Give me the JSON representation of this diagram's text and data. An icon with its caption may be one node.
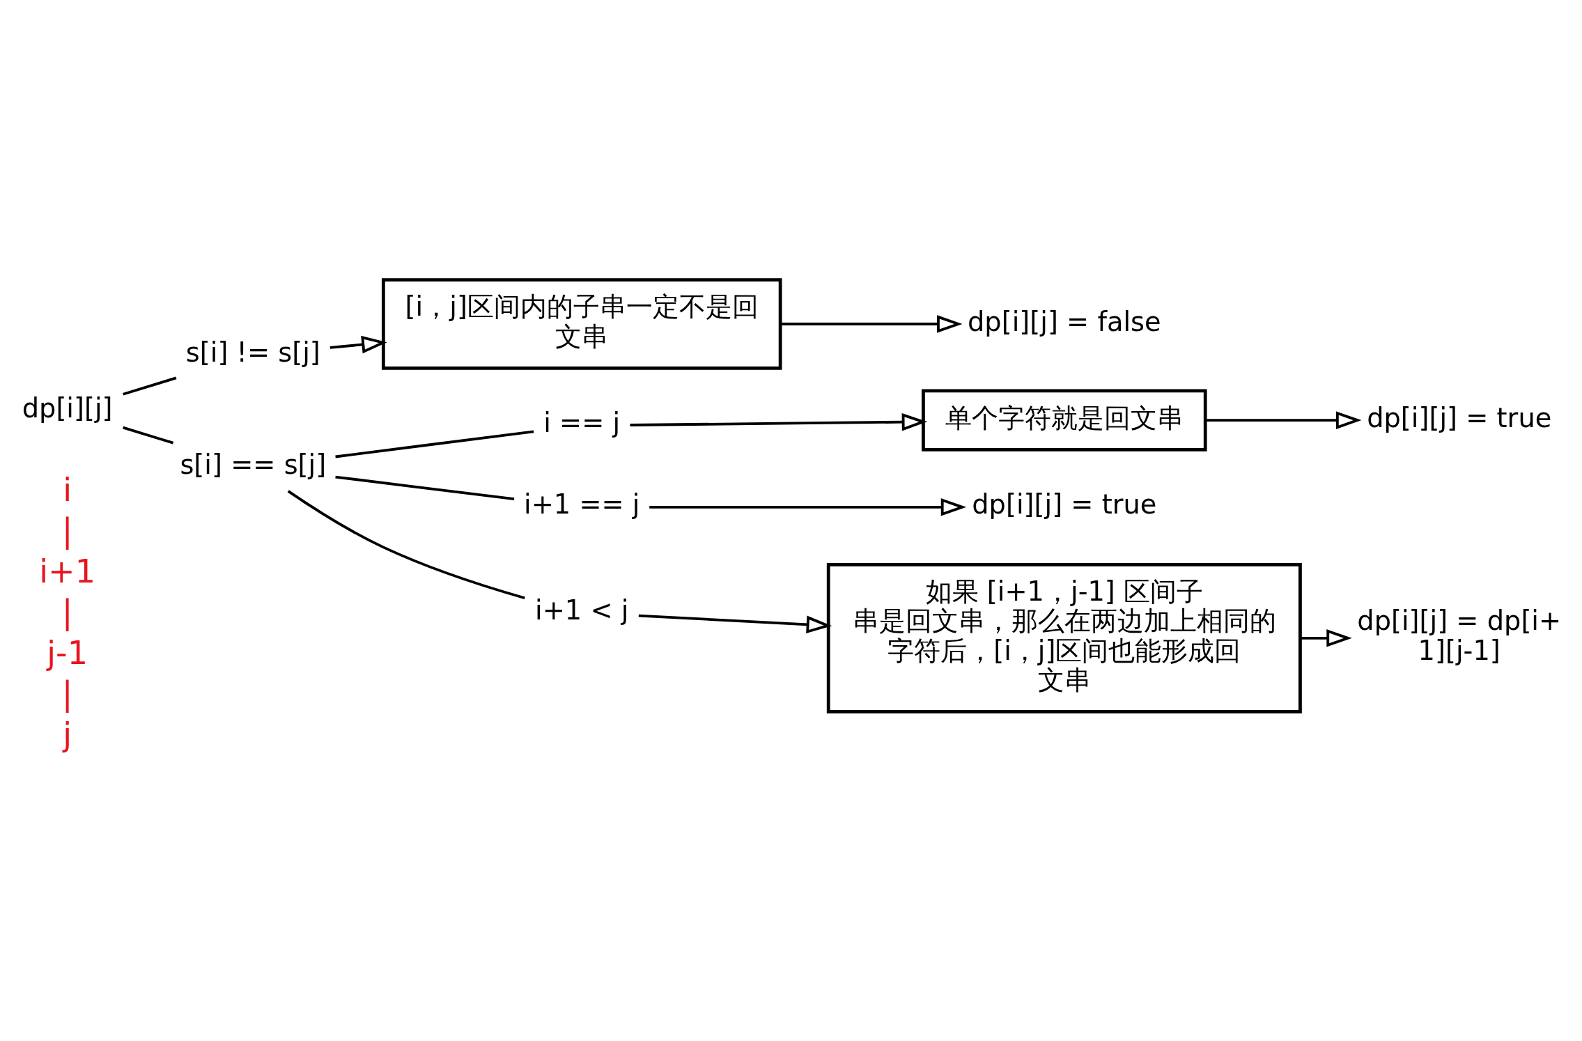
{
  "diagram": {
    "nodes": [
      {
        "text": [
          "dp[i][j]"
        ]
      },
      {
        "text": [
          "s[i] != s[j]"
        ]
      },
      {
        "text": [
          "[i，j]区间内的子串一定不是回文串"
        ]
      },
      {
        "text": [
          "dp[i][j] = false"
        ]
      },
      {
        "text": [
          "s[i] == s[j]"
        ]
      },
      {
        "text": [
          "i == j"
        ]
      },
      {
        "text": [
          "单个字符就是回文串"
        ]
      },
      {
        "text": [
          "dp[i][j] = true"
        ]
      },
      {
        "text": [
          "i+1 == j"
        ]
      },
      {
        "text": [
          "dp[i][j] = true"
        ]
      },
      {
        "text": [
          "i+1 < j"
        ]
      },
      {
        "text": [
          "如果 [i+1，j-1] 区间子串是回文串，那么在两边加上相同的字符后，[i，j]区间也能形成回文串"
        ]
      },
      {
        "text": [
          "dp[i][j] = dp[i+1][j-1]"
        ]
      }
    ],
    "edges": [
      {
        "from": 0,
        "to": 1,
        "arrow": "none"
      },
      {
        "from": 0,
        "to": 4,
        "arrow": "none"
      },
      {
        "from": 1,
        "to": 2,
        "arrow": "to"
      },
      {
        "from": 2,
        "to": 3,
        "arrow": "to"
      },
      {
        "from": 4,
        "to": 5,
        "arrow": "none"
      },
      {
        "from": 4,
        "to": 8,
        "arrow": "none"
      },
      {
        "from": 4,
        "to": 10,
        "arrow": "none"
      },
      {
        "from": 5,
        "to": 6,
        "arrow": "to"
      },
      {
        "from": 6,
        "to": 7,
        "arrow": "to"
      },
      {
        "from": 8,
        "to": 9,
        "arrow": "to"
      },
      {
        "from": 10,
        "to": 11,
        "arrow": "to"
      },
      {
        "from": 11,
        "to": 12,
        "arrow": "to"
      }
    ],
    "labels": [
      "i",
      "i+1",
      "j-1",
      "j"
    ]
  }
}
